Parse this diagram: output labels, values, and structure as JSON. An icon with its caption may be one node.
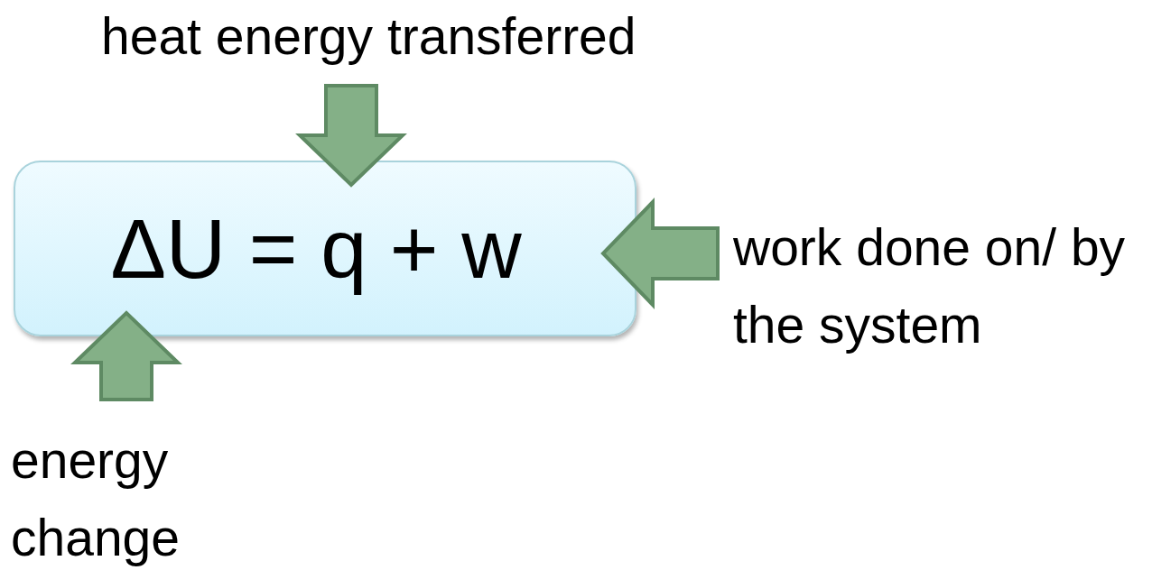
{
  "diagram": {
    "nodes": [
      {
        "text": [
          "heat energy transferred"
        ]
      },
      {
        "text": [
          "ΔU = q + w"
        ]
      },
      {
        "text": [
          "work done on/ by the system"
        ]
      },
      {
        "text": [
          "energy change"
        ]
      }
    ],
    "edges": [
      {
        "from": 0,
        "to": 1,
        "arrow": "to"
      },
      {
        "from": 2,
        "to": 1,
        "arrow": "to"
      },
      {
        "from": 3,
        "to": 1,
        "arrow": "to"
      }
    ]
  }
}
